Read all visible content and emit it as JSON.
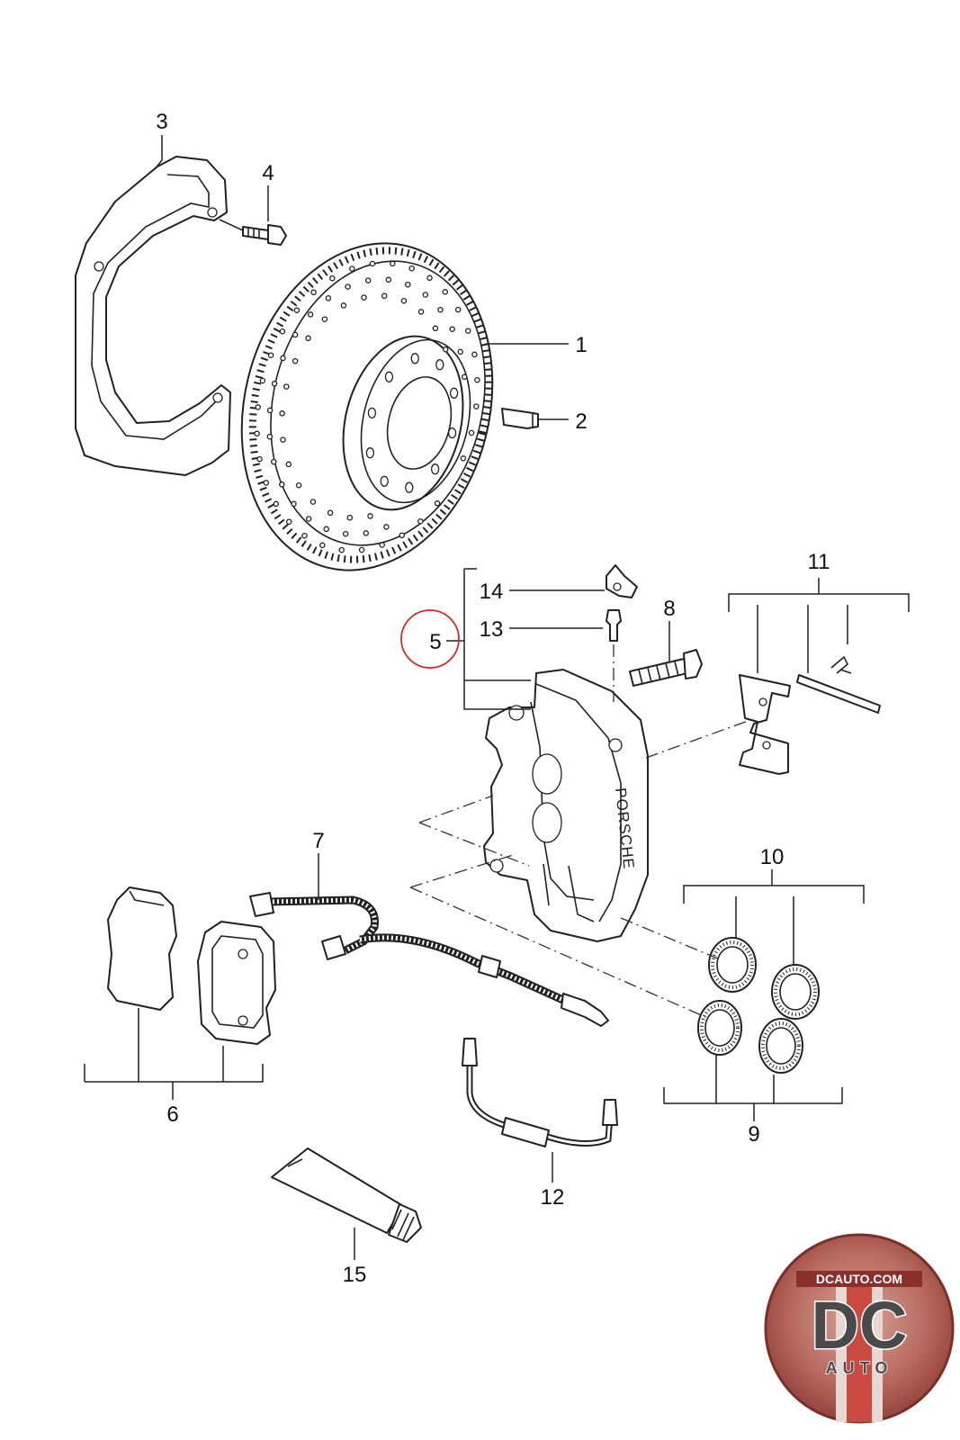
{
  "diagram": {
    "callouts": {
      "c1": "1",
      "c2": "2",
      "c3": "3",
      "c4": "4",
      "c5": "5",
      "c6": "6",
      "c7": "7",
      "c8": "8",
      "c9": "9",
      "c10": "10",
      "c11": "11",
      "c12": "12",
      "c13": "13",
      "c14": "14",
      "c15": "15"
    },
    "caliper_text": "PORSCHE",
    "highlight_color": "#d42a2a"
  },
  "logo": {
    "text_top": "DCAUTO.COM",
    "text_main": "DC",
    "text_sub": "AUTO"
  }
}
